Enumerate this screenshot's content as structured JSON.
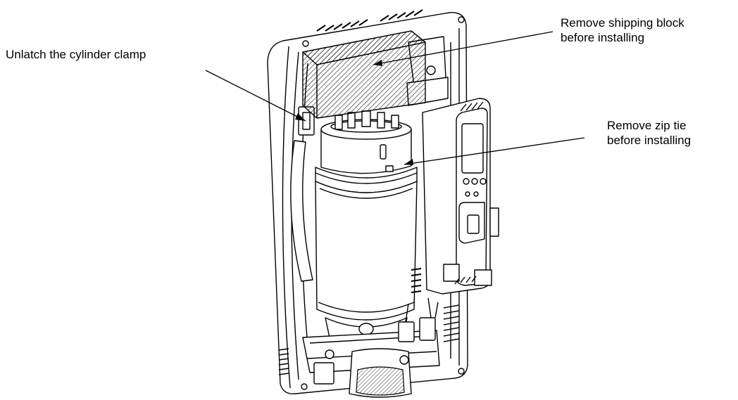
{
  "callouts": {
    "clamp": "Unlatch the cylinder clamp",
    "shipping_line1": "Remove shipping block",
    "shipping_line2": "before installing",
    "ziptie_line1": "Remove zip tie",
    "ziptie_line2": "before installing"
  },
  "colors": {
    "line": "#000000",
    "fill": "#ffffff",
    "hatch": "#000000"
  }
}
